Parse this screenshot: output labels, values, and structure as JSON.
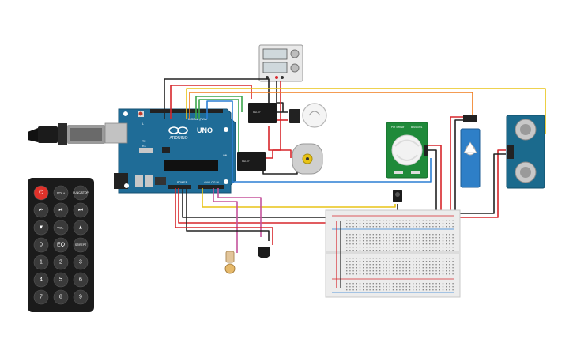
{
  "arduino": {
    "brand": "ARDUINO",
    "model": "UNO",
    "digital_label": "DIGITAL (PWM~)",
    "power_label": "POWER",
    "analog_label": "ANALOG IN",
    "tx_label": "TX",
    "rx_label": "RX",
    "l_label": "L",
    "on_label": "ON"
  },
  "pir_sensor": {
    "model_label": "PIR Sensor",
    "chip_label": "BISS0001"
  },
  "remote": {
    "buttons": [
      [
        "power",
        "VOL+",
        "FUNC/STOP"
      ],
      [
        "prev",
        "play-pause",
        "next"
      ],
      [
        "down",
        "VOL-",
        "up"
      ],
      [
        "0",
        "EQ",
        "ST/REPT"
      ],
      [
        "1",
        "2",
        "3"
      ],
      [
        "4",
        "5",
        "6"
      ],
      [
        "7",
        "8",
        "9"
      ]
    ]
  },
  "colors": {
    "arduino_board": "#1f6c97",
    "wire_red": "#d7262b",
    "wire_black": "#222222",
    "wire_yellow": "#e8c316",
    "wire_orange": "#f07b1c",
    "wire_green": "#3aa54b",
    "wire_blue": "#2b7fd4",
    "wire_pink": "#c5539c",
    "pir_board": "#1f8a3a",
    "ultrasonic_board": "#1b6a8d",
    "servo_body": "#2e7fc7",
    "remote_body": "#1b1b1b",
    "remote_power": "#e0312a"
  }
}
